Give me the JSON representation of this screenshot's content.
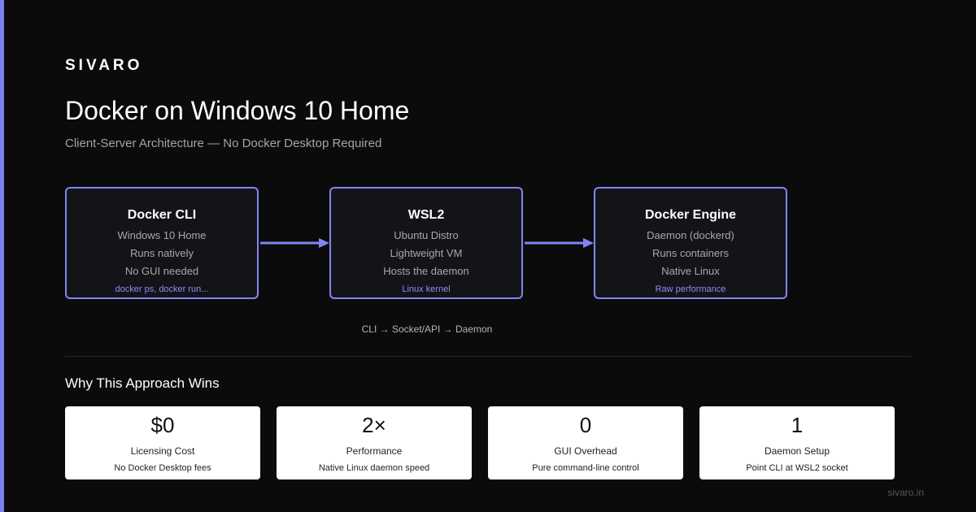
{
  "brand": "SIVARO",
  "title": "Docker on Windows 10 Home",
  "subtitle": "Client-Server Architecture — No Docker Desktop Required",
  "colors": {
    "background": "#0b0b0c",
    "accent": "#7b7ff0",
    "node_border": "#8185f2",
    "card_background": "#ffffff"
  },
  "nodes": [
    {
      "title": "Docker CLI",
      "lines": [
        "Windows 10 Home",
        "Runs natively",
        "No GUI needed"
      ],
      "tag": "docker ps, docker run..."
    },
    {
      "title": "WSL2",
      "lines": [
        "Ubuntu Distro",
        "Lightweight VM",
        "Hosts the daemon"
      ],
      "tag": "Linux kernel"
    },
    {
      "title": "Docker Engine",
      "lines": [
        "Daemon (dockerd)",
        "Runs containers",
        "Native Linux"
      ],
      "tag": "Raw performance"
    }
  ],
  "flow_caption": "CLI → Socket/API → Daemon",
  "section_title": "Why This Approach Wins",
  "stats": [
    {
      "value": "$0",
      "label": "Licensing Cost",
      "desc": "No Docker Desktop fees"
    },
    {
      "value": "2×",
      "label": "Performance",
      "desc": "Native Linux daemon speed"
    },
    {
      "value": "0",
      "label": "GUI Overhead",
      "desc": "Pure command-line control"
    },
    {
      "value": "1",
      "label": "Daemon Setup",
      "desc": "Point CLI at WSL2 socket"
    }
  ],
  "footer": "sivaro.in"
}
